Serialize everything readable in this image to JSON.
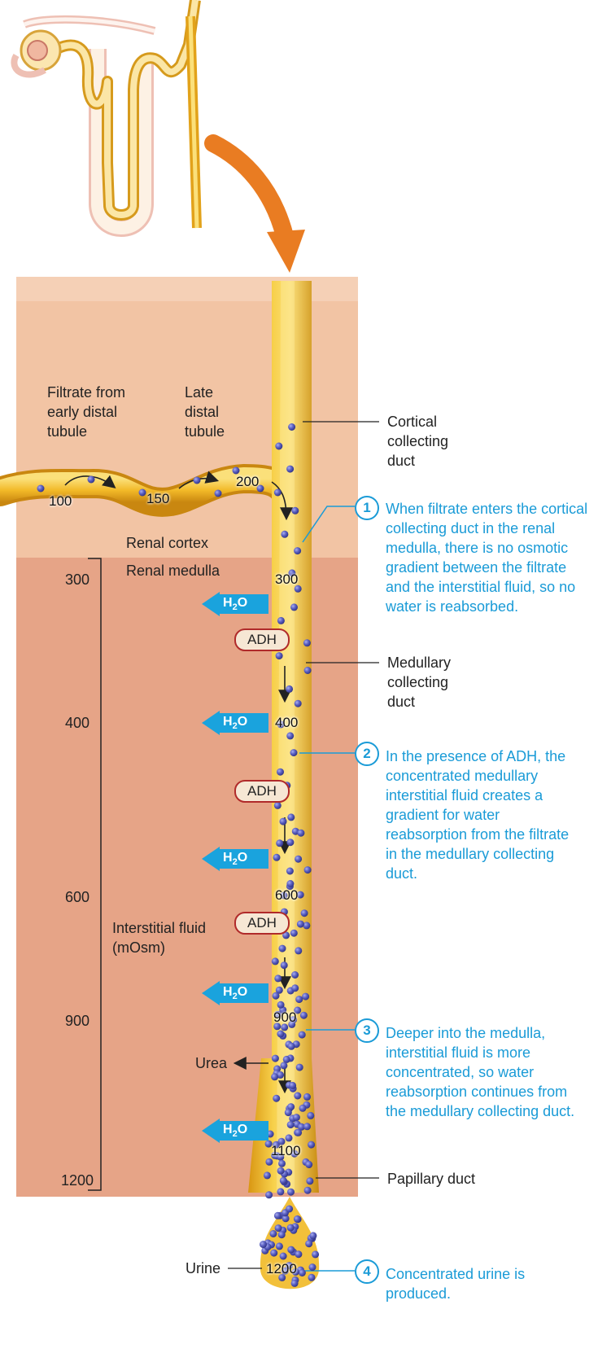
{
  "zones": {
    "cortex": "Renal cortex",
    "medulla": "Renal medulla"
  },
  "labels": {
    "filtrate_early": "Filtrate from early distal tubule",
    "late_distal": "Late distal tubule",
    "cortical_duct": "Cortical collecting duct",
    "medullary_duct": "Medullary collecting duct",
    "papillary_duct": "Papillary duct",
    "urea": "Urea",
    "urine": "Urine",
    "interstitial": "Interstitial fluid (mOsm)",
    "adh": "ADH",
    "water": "H",
    "water_sub": "2",
    "water_tail": "O"
  },
  "axis_ticks": [
    "300",
    "400",
    "600",
    "900",
    "1200"
  ],
  "tubule_values": [
    "100",
    "150",
    "200"
  ],
  "duct_values": [
    "300",
    "400",
    "600",
    "900",
    "1100",
    "1200"
  ],
  "steps": [
    {
      "num": "1",
      "text": "When filtrate enters the cortical collecting duct in the renal medulla, there is no osmotic gradient between the filtrate and the interstitial fluid, so no water is reabsorbed."
    },
    {
      "num": "2",
      "text": "In the presence of ADH, the concentrated medullary interstitial fluid creates a gradient for water reabsorption from the filtrate in the medullary collecting duct."
    },
    {
      "num": "3",
      "text": "Deeper into the medulla, interstitial fluid is more concentrated, so water reabsorption continues from the medullary collecting duct."
    },
    {
      "num": "4",
      "text": "Concentrated urine is produced."
    }
  ],
  "colors": {
    "cortex": "#f2c4a4",
    "medulla": "#e6a487",
    "duct": "#f0b92a",
    "solute": "#4b4fa6",
    "accent": "#1a9bd7",
    "adh_border": "#b02a2a"
  }
}
